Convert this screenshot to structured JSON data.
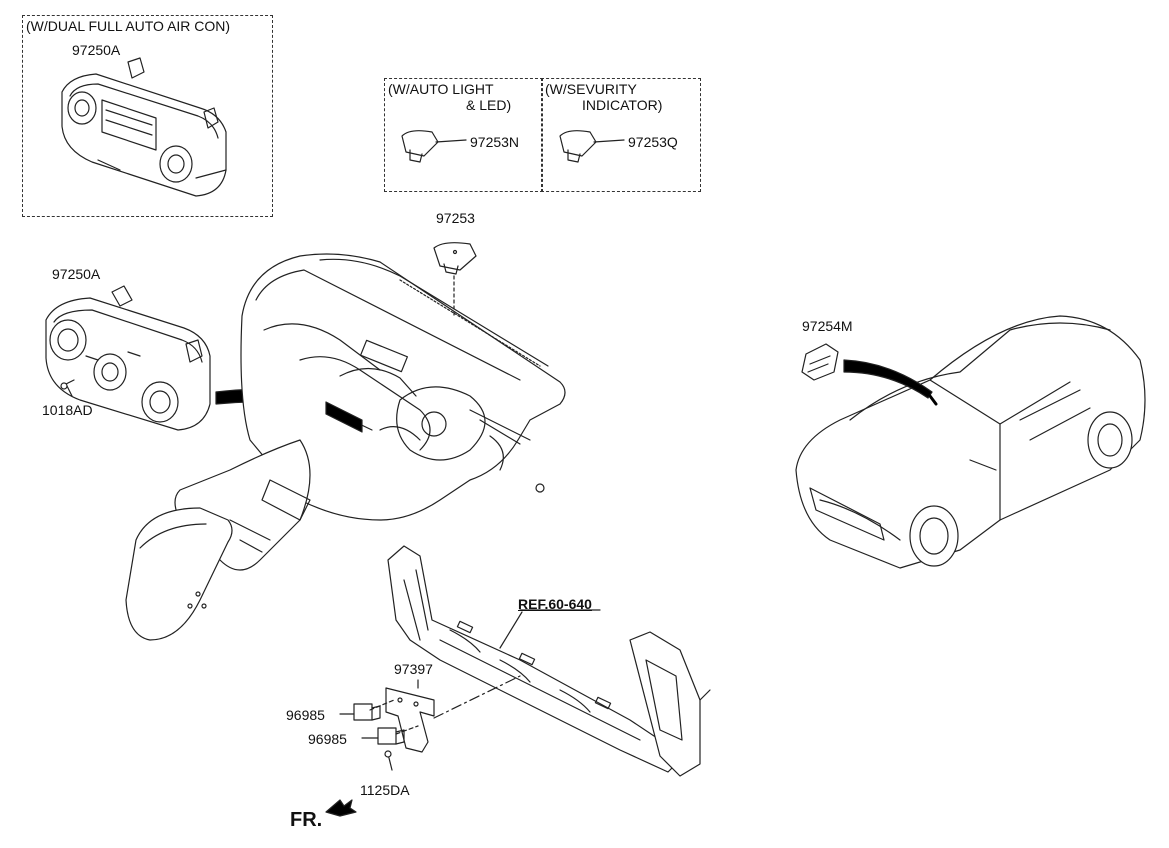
{
  "boxes": {
    "dual_full_auto": {
      "title": "(W/DUAL FULL AUTO AIR CON)",
      "part": "97250A"
    },
    "auto_light": {
      "title_line1": "(W/AUTO LIGHT",
      "title_line2": "& LED)",
      "part": "97253N"
    },
    "security": {
      "title_line1": "(W/SEVURITY",
      "title_line2": "INDICATOR)",
      "part": "97253Q"
    }
  },
  "parts": {
    "heater_control": "97250A",
    "screw_1": "1018AD",
    "photo_sensor": "97253",
    "ambient_sensor": "97254M",
    "bracket": "97397",
    "connector_a": "96985",
    "connector_b": "96985",
    "screw_2": "1125DA"
  },
  "ref": "REF.60-640",
  "front_marker": "FR."
}
